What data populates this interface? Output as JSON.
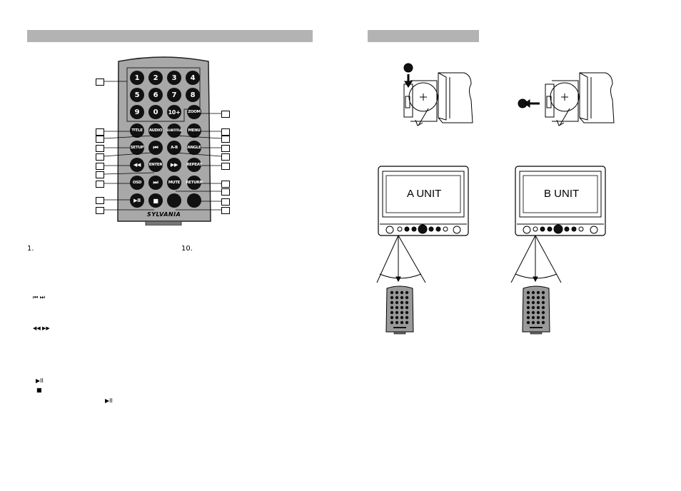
{
  "remote": {
    "brand": "SYLVANIA",
    "number_keys": [
      "1",
      "2",
      "3",
      "4",
      "5",
      "6",
      "7",
      "8",
      "9",
      "0",
      "10+"
    ],
    "keys": {
      "zoom": "ZOOM",
      "title": "TITLE",
      "audio": "AUDIO",
      "subtitle": "SUBTITLE",
      "menu": "MENU",
      "setup": "SETUP",
      "ab": "A-B",
      "angle": "ANGLE",
      "enter": "ENTER",
      "repeat": "REPEAT",
      "osd": "OSD",
      "mute": "MUTE",
      "return": "RETURN"
    }
  },
  "list": {
    "item1": "1.",
    "item10": "10.",
    "skip_symbols": "⏮ ⏭",
    "search_symbols": "◀◀ ▶▶",
    "play_pause_symbol": "▶II",
    "stop_symbol": "■",
    "play_pause_symbol_2": "▶II"
  },
  "units": {
    "a": "A UNIT",
    "b": "B UNIT"
  }
}
